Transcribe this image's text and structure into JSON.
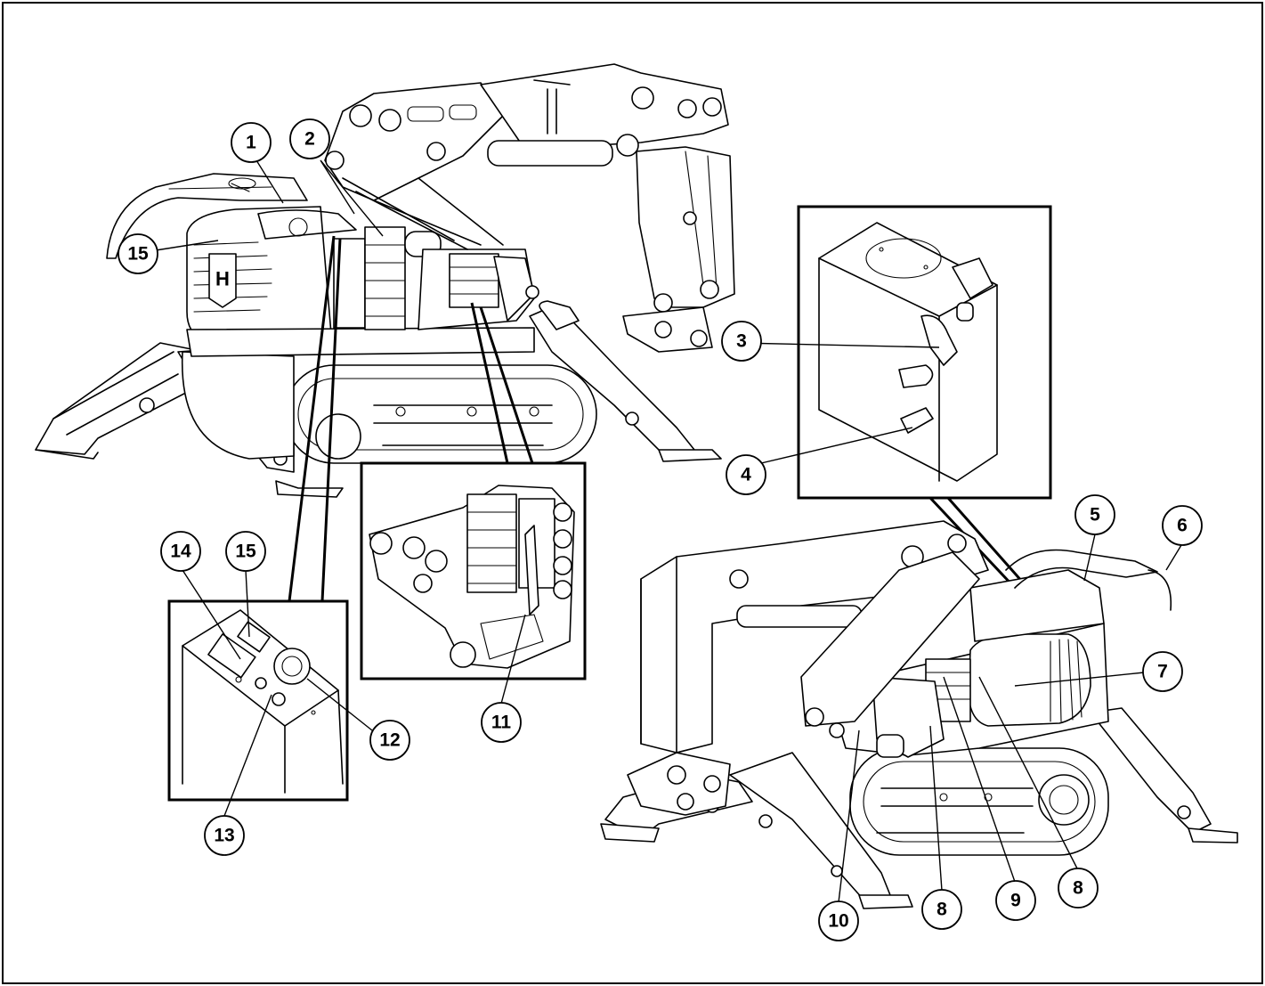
{
  "callouts": [
    {
      "label": "1"
    },
    {
      "label": "2"
    },
    {
      "label": "3"
    },
    {
      "label": "4"
    },
    {
      "label": "5"
    },
    {
      "label": "6"
    },
    {
      "label": "7"
    },
    {
      "label": "8"
    },
    {
      "label": "8"
    },
    {
      "label": "9"
    },
    {
      "label": "10"
    },
    {
      "label": "11"
    },
    {
      "label": "12"
    },
    {
      "label": "13"
    },
    {
      "label": "14"
    },
    {
      "label": "15"
    },
    {
      "label": "15"
    }
  ],
  "logo_letter": "H",
  "colors": {
    "ink": "#000000",
    "background": "#ffffff"
  }
}
